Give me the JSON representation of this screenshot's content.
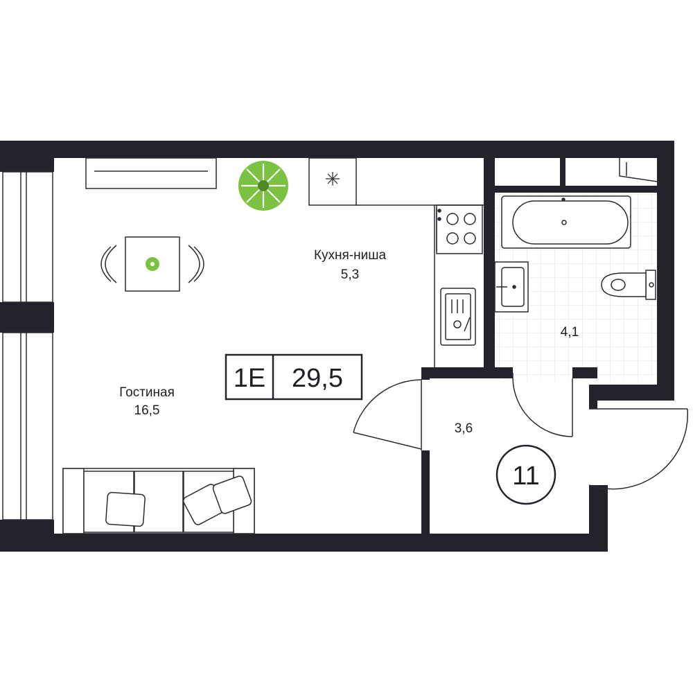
{
  "plan": {
    "apartment_type": "1E",
    "total_area": "29,5",
    "unit_number": "11",
    "rooms": [
      {
        "name": "Кухня-ниша",
        "area": "5,3"
      },
      {
        "name": "Гостиная",
        "area": "16,5"
      },
      {
        "name": "",
        "area": "4,1"
      },
      {
        "name": "",
        "area": "3,6"
      }
    ]
  },
  "colors": {
    "wall": "#23232b",
    "plant": "#7cc242",
    "tile_grid": "#e6e6ea",
    "line": "#2a2a30"
  }
}
